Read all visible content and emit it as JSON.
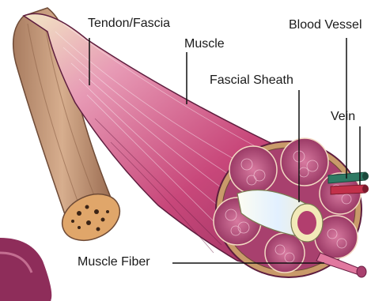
{
  "labels": {
    "tendon": "Tendon/Fascia",
    "muscle": "Muscle",
    "blood_vessel": "Blood Vessel",
    "fascial_sheath": "Fascial Sheath",
    "vein": "Vein",
    "muscle_fiber": "Muscle Fiber"
  },
  "colors": {
    "muscle": "#c8477a",
    "muscle_light": "#e98fb0",
    "tendon": "#c49a7a",
    "bone_core": "#e0a66a",
    "sheath": "#eef4d9",
    "fascicle": "#b23e6e",
    "vein": "#2f7a64",
    "artery": "#c2304a"
  }
}
